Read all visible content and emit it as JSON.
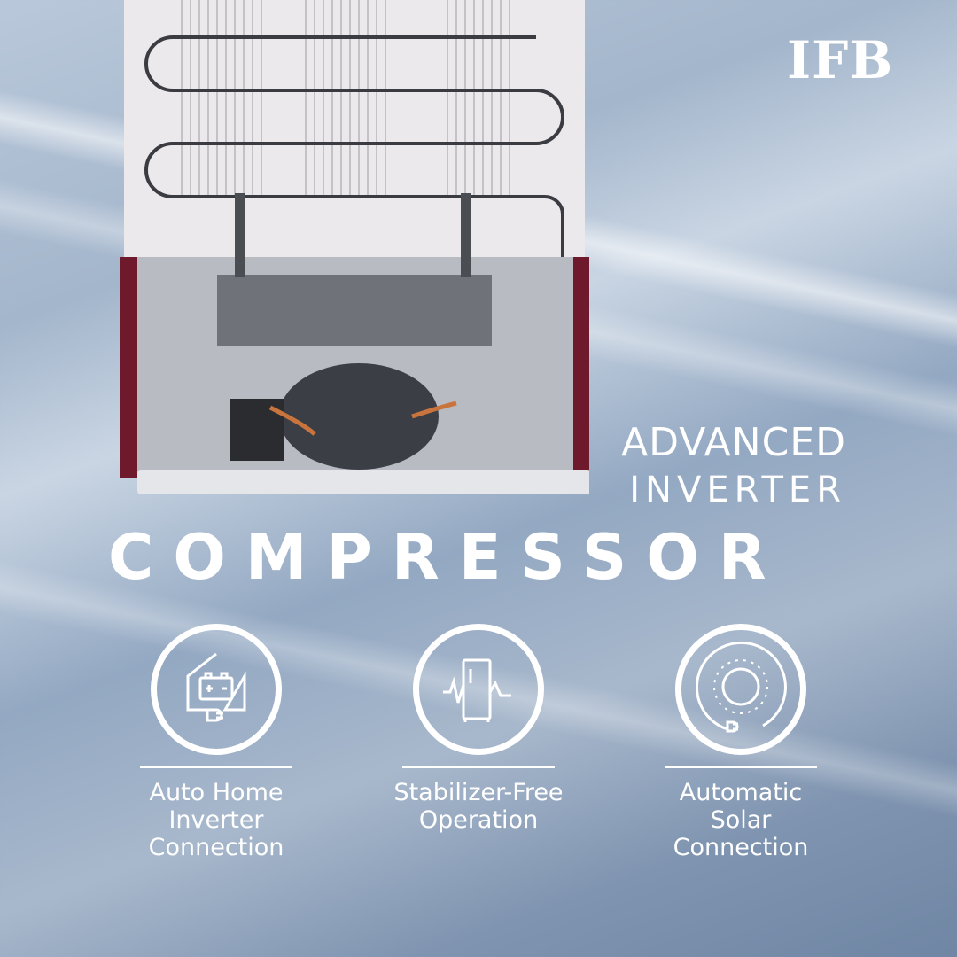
{
  "brand": "IFB",
  "headline": {
    "line1": "ADVANCED",
    "line2": "INVERTER",
    "line3": "COMPRESSOR"
  },
  "features": [
    {
      "icon": "home-battery-plug-icon",
      "lines": [
        "Auto Home",
        "Inverter",
        "Connection"
      ]
    },
    {
      "icon": "fridge-voltage-wave-icon",
      "lines": [
        "Stabilizer-Free",
        "Operation"
      ]
    },
    {
      "icon": "sun-plug-icon",
      "lines": [
        "Automatic",
        "Solar",
        "Connection"
      ]
    }
  ],
  "colors": {
    "accent": "#ffffff",
    "maroon": "#6e1a2c"
  }
}
